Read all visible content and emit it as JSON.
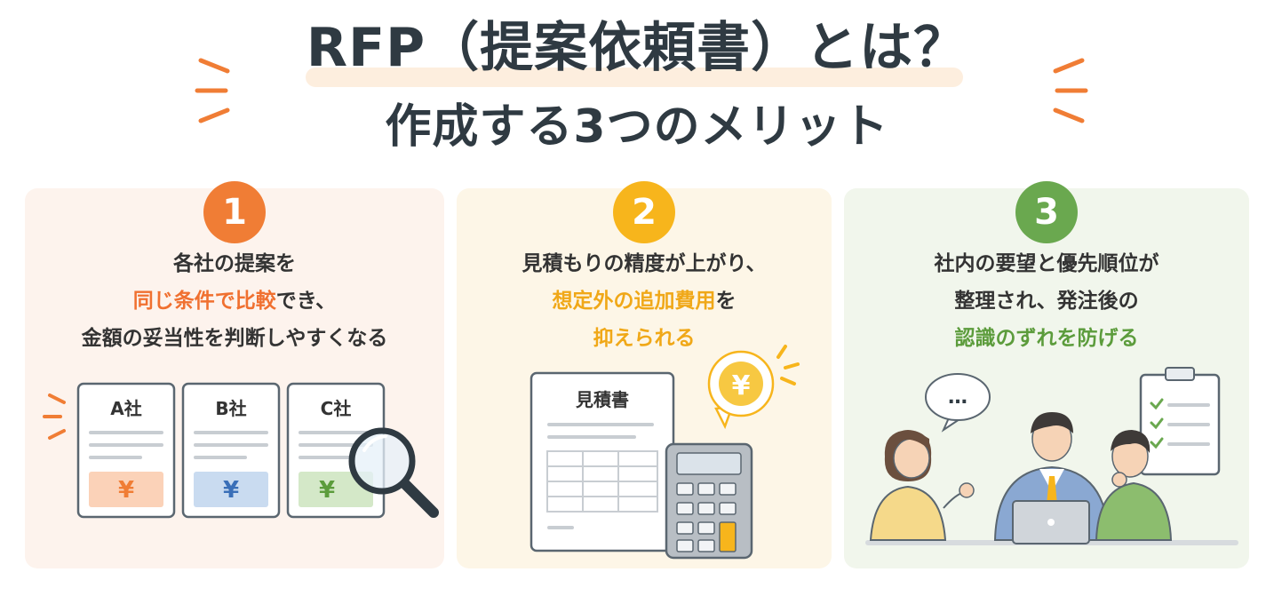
{
  "header": {
    "title_line1": "RFP（提案依頼書）とは？",
    "title_line2": "作成する3つのメリット"
  },
  "colors": {
    "accent_orange": "#f07d35",
    "accent_yellow": "#f7b51c",
    "accent_green": "#6aa84f",
    "text_dark": "#2f3a42"
  },
  "cards": [
    {
      "number": "1",
      "lines": [
        {
          "pre": "各社の提案を",
          "hl": "",
          "post": ""
        },
        {
          "pre": "",
          "hl": "同じ条件で比較",
          "post": "でき、"
        },
        {
          "pre": "金額の妥当性を判断しやすくなる",
          "hl": "",
          "post": ""
        }
      ],
      "illustration": {
        "docs": [
          {
            "label": "A社",
            "currency": "¥"
          },
          {
            "label": "B社",
            "currency": "¥"
          },
          {
            "label": "C社",
            "currency": "¥"
          }
        ],
        "icon": "magnifier-icon"
      }
    },
    {
      "number": "2",
      "lines": [
        {
          "pre": "見積もりの精度が上がり、",
          "hl": "",
          "post": ""
        },
        {
          "pre": "",
          "hl": "想定外の追加費用",
          "post": "を"
        },
        {
          "pre": "",
          "hl": "抑えられる",
          "post": ""
        }
      ],
      "illustration": {
        "doc_label": "見積書",
        "currency": "¥",
        "icon": "calculator-icon"
      }
    },
    {
      "number": "3",
      "lines": [
        {
          "pre": "社内の要望と優先順位が",
          "hl": "",
          "post": ""
        },
        {
          "pre": "整理され、発注後の",
          "hl": "",
          "post": ""
        },
        {
          "pre": "",
          "hl": "認識のずれを防げる",
          "post": ""
        }
      ],
      "illustration": {
        "speech": "…",
        "icon": "meeting-people-icon"
      }
    }
  ]
}
